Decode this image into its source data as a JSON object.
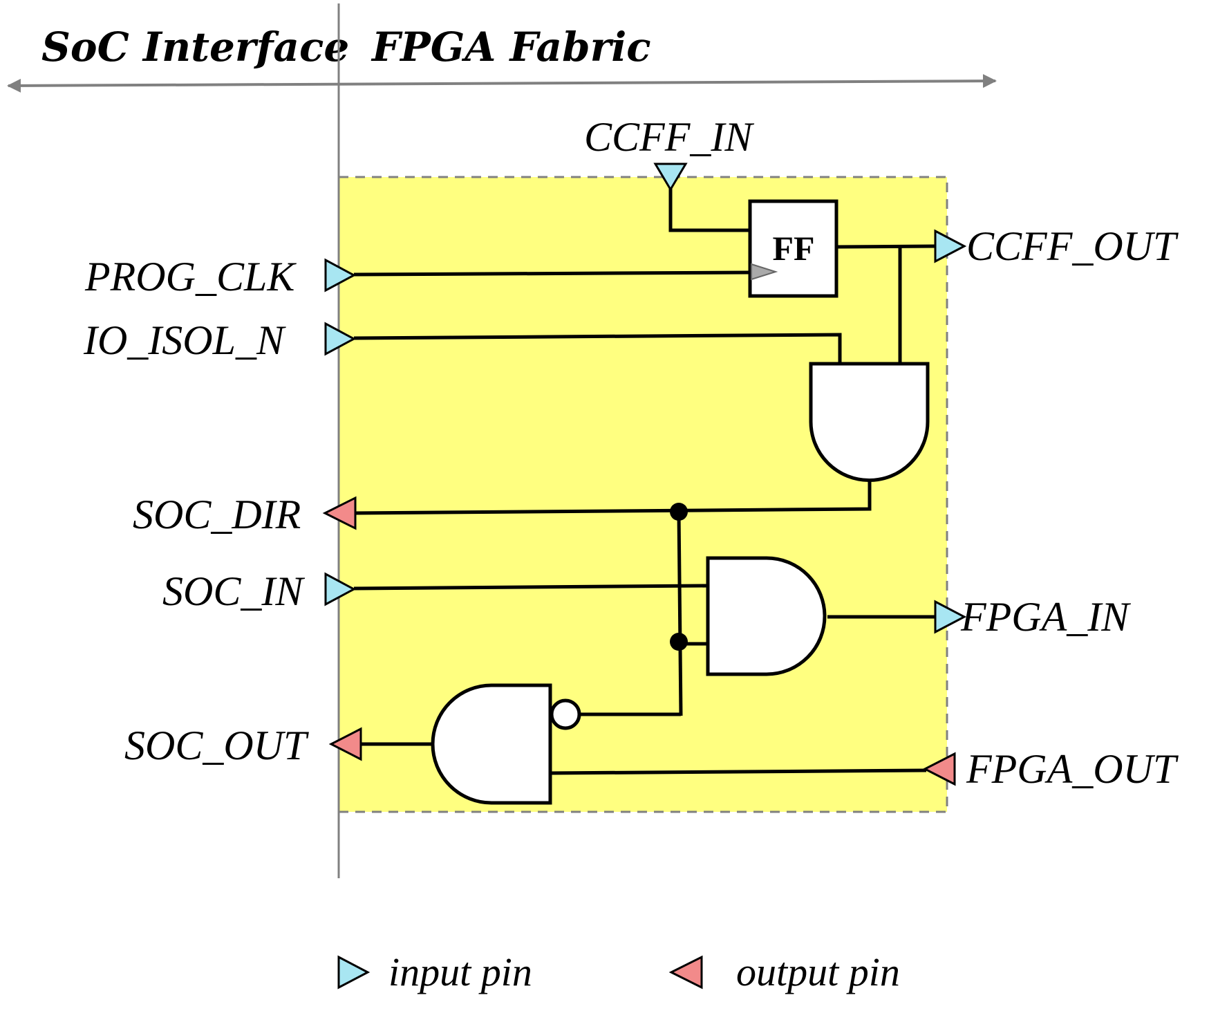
{
  "headers": {
    "left": "SoC Interface",
    "right": "FPGA Fabric"
  },
  "colors": {
    "region_fill": "#ffff80",
    "input_pin": "#a8e6f2",
    "output_pin": "#f28a8a",
    "divider": "#808080"
  },
  "pins": {
    "ccff_in": "CCFF_IN",
    "ccff_out": "CCFF_OUT",
    "prog_clk": "PROG_CLK",
    "io_isol_n": "IO_ISOL_N",
    "soc_dir": "SOC_DIR",
    "soc_in": "SOC_IN",
    "soc_out": "SOC_OUT",
    "fpga_in": "FPGA_IN",
    "fpga_out": "FPGA_OUT"
  },
  "ff_label": "FF",
  "legend": {
    "input": "input pin",
    "output": "output pin"
  }
}
